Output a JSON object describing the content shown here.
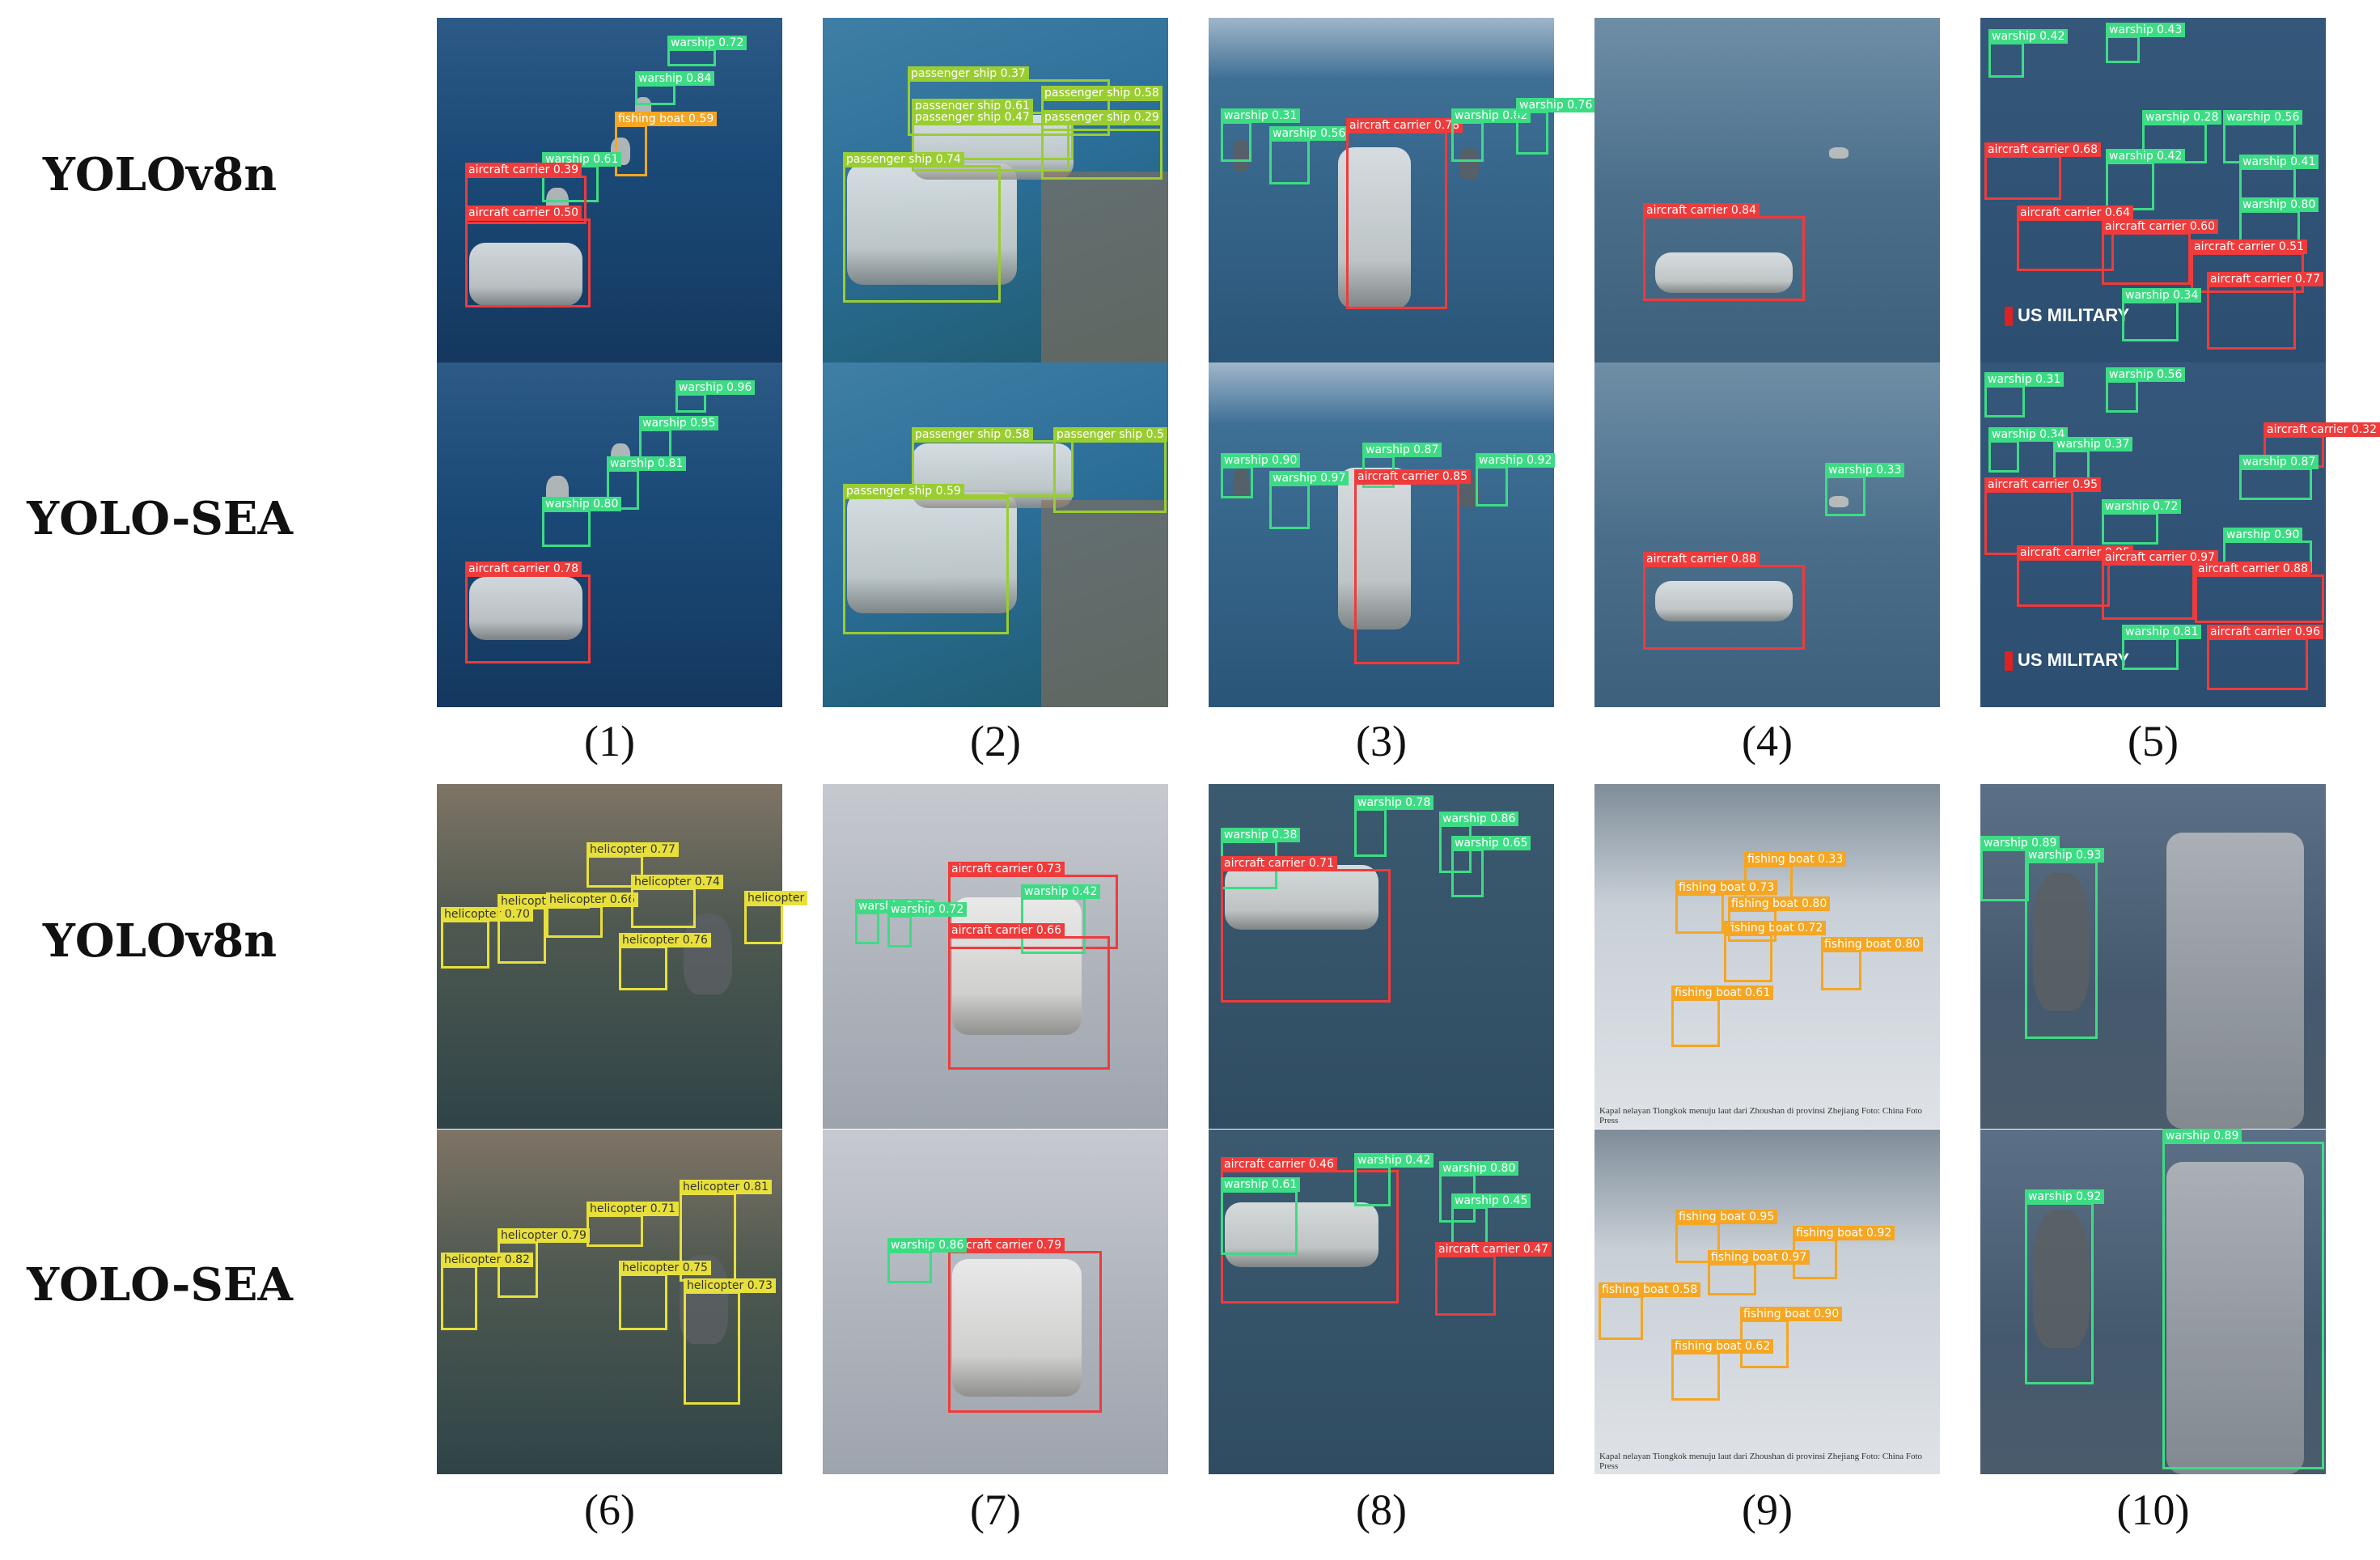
{
  "row_labels": [
    "YOLOv8n",
    "YOLO-SEA",
    "YOLOv8n",
    "YOLO-SEA"
  ],
  "captions": [
    "(1)",
    "(2)",
    "(3)",
    "(4)",
    "(5)",
    "(6)",
    "(7)",
    "(8)",
    "(9)",
    "(10)"
  ],
  "watermarks": {
    "us_military": "US MILITARY",
    "press": "Kapal nelayan Tiongkok menuju laut dari Zhoushan di provinsi Zhejiang Foto: China Foto Press"
  },
  "panels": [
    {
      "id": "p1-v8",
      "detections": [
        {
          "cls": "warship",
          "label": "warship 0.72"
        },
        {
          "cls": "warship",
          "label": "warship 0.84"
        },
        {
          "cls": "fishing",
          "label": "fishing boat 0.59"
        },
        {
          "cls": "warship",
          "label": "warship 0.61"
        },
        {
          "cls": "carrier",
          "label": "aircraft carrier 0.39"
        },
        {
          "cls": "carrier",
          "label": "aircraft carrier 0.50"
        }
      ]
    },
    {
      "id": "p1-sea",
      "detections": [
        {
          "cls": "warship",
          "label": "warship 0.96"
        },
        {
          "cls": "warship",
          "label": "warship 0.95"
        },
        {
          "cls": "warship",
          "label": "warship 0.81"
        },
        {
          "cls": "warship",
          "label": "warship 0.80"
        },
        {
          "cls": "carrier",
          "label": "aircraft carrier 0.78"
        }
      ]
    },
    {
      "id": "p2-v8",
      "detections": [
        {
          "cls": "passenger",
          "label": "passenger ship 0.37"
        },
        {
          "cls": "passenger",
          "label": "passenger ship 0.58"
        },
        {
          "cls": "passenger",
          "label": "passenger ship 0.61"
        },
        {
          "cls": "passenger",
          "label": "passenger ship 0.47"
        },
        {
          "cls": "passenger",
          "label": "passenger ship 0.29"
        },
        {
          "cls": "passenger",
          "label": "passenger ship 0.74"
        }
      ]
    },
    {
      "id": "p2-sea",
      "detections": [
        {
          "cls": "passenger",
          "label": "passenger ship 0.58"
        },
        {
          "cls": "passenger",
          "label": "passenger ship 0.5"
        },
        {
          "cls": "passenger",
          "label": "passenger ship 0.59"
        }
      ]
    },
    {
      "id": "p3-v8",
      "detections": [
        {
          "cls": "warship",
          "label": "warship 0.31"
        },
        {
          "cls": "warship",
          "label": "warship 0.56"
        },
        {
          "cls": "carrier",
          "label": "aircraft carrier 0.78"
        },
        {
          "cls": "warship",
          "label": "warship 0.82"
        },
        {
          "cls": "warship",
          "label": "warship 0.76"
        }
      ]
    },
    {
      "id": "p3-sea",
      "detections": [
        {
          "cls": "warship",
          "label": "warship 0.90"
        },
        {
          "cls": "warship",
          "label": "warship 0.97"
        },
        {
          "cls": "warship",
          "label": "warship 0.87"
        },
        {
          "cls": "carrier",
          "label": "aircraft carrier 0.85"
        },
        {
          "cls": "warship",
          "label": "warship 0.92"
        }
      ]
    },
    {
      "id": "p4-v8",
      "detections": [
        {
          "cls": "carrier",
          "label": "aircraft carrier 0.84"
        }
      ]
    },
    {
      "id": "p4-sea",
      "detections": [
        {
          "cls": "warship",
          "label": "warship 0.33"
        },
        {
          "cls": "carrier",
          "label": "aircraft carrier 0.88"
        }
      ]
    },
    {
      "id": "p5-v8",
      "detections": [
        {
          "cls": "warship",
          "label": "warship 0.42"
        },
        {
          "cls": "warship",
          "label": "warship 0.43"
        },
        {
          "cls": "warship",
          "label": "warship 0.28"
        },
        {
          "cls": "warship",
          "label": "warship 0.56"
        },
        {
          "cls": "carrier",
          "label": "aircraft carrier 0.68"
        },
        {
          "cls": "warship",
          "label": "warship 0.42"
        },
        {
          "cls": "warship",
          "label": "warship 0.41"
        },
        {
          "cls": "carrier",
          "label": "aircraft carrier 0.64"
        },
        {
          "cls": "warship",
          "label": "warship 0.80"
        },
        {
          "cls": "carrier",
          "label": "aircraft carrier 0.60"
        },
        {
          "cls": "carrier",
          "label": "aircraft carrier 0.51"
        },
        {
          "cls": "carrier",
          "label": "aircraft carrier 0.77"
        },
        {
          "cls": "warship",
          "label": "warship 0.34"
        }
      ]
    },
    {
      "id": "p5-sea",
      "detections": [
        {
          "cls": "warship",
          "label": "warship 0.31"
        },
        {
          "cls": "warship",
          "label": "warship 0.56"
        },
        {
          "cls": "warship",
          "label": "warship 0.34"
        },
        {
          "cls": "warship",
          "label": "warship 0.37"
        },
        {
          "cls": "carrier",
          "label": "aircraft carrier 0.32"
        },
        {
          "cls": "carrier",
          "label": "aircraft carrier 0.95"
        },
        {
          "cls": "warship",
          "label": "warship 0.87"
        },
        {
          "cls": "warship",
          "label": "warship 0.72"
        },
        {
          "cls": "warship",
          "label": "warship 0.90"
        },
        {
          "cls": "carrier",
          "label": "aircraft carrier 0.95"
        },
        {
          "cls": "carrier",
          "label": "aircraft carrier 0.97"
        },
        {
          "cls": "carrier",
          "label": "aircraft carrier 0.88"
        },
        {
          "cls": "warship",
          "label": "warship 0.81"
        },
        {
          "cls": "carrier",
          "label": "aircraft carrier 0.96"
        }
      ]
    },
    {
      "id": "p6-v8",
      "detections": [
        {
          "cls": "heli",
          "label": "helicopter 0.77"
        },
        {
          "cls": "heli",
          "label": "helicopter 0.70"
        },
        {
          "cls": "heli",
          "label": "helicopter 0.71"
        },
        {
          "cls": "heli",
          "label": "helicopter 0.66"
        },
        {
          "cls": "heli",
          "label": "helicopter 0.74"
        },
        {
          "cls": "heli",
          "label": "helicopter 0.76"
        },
        {
          "cls": "heli",
          "label": "helicopter"
        }
      ]
    },
    {
      "id": "p6-sea",
      "detections": [
        {
          "cls": "heli",
          "label": "helicopter 0.81"
        },
        {
          "cls": "heli",
          "label": "helicopter 0.71"
        },
        {
          "cls": "heli",
          "label": "helicopter 0.79"
        },
        {
          "cls": "heli",
          "label": "helicopter 0.82"
        },
        {
          "cls": "heli",
          "label": "helicopter 0.75"
        },
        {
          "cls": "heli",
          "label": "helicopter 0.73"
        }
      ]
    },
    {
      "id": "p7-v8",
      "detections": [
        {
          "cls": "carrier",
          "label": "aircraft carrier 0.73"
        },
        {
          "cls": "warship",
          "label": "warship 0.52"
        },
        {
          "cls": "warship",
          "label": "warship 0.72"
        },
        {
          "cls": "warship",
          "label": "warship 0.42"
        },
        {
          "cls": "carrier",
          "label": "aircraft carrier 0.66"
        }
      ]
    },
    {
      "id": "p7-sea",
      "detections": [
        {
          "cls": "carrier",
          "label": "aircraft carrier 0.79"
        },
        {
          "cls": "warship",
          "label": "warship 0.86"
        }
      ]
    },
    {
      "id": "p8-v8",
      "detections": [
        {
          "cls": "warship",
          "label": "warship 0.38"
        },
        {
          "cls": "warship",
          "label": "warship 0.78"
        },
        {
          "cls": "warship",
          "label": "warship 0.86"
        },
        {
          "cls": "carrier",
          "label": "aircraft carrier 0.71"
        },
        {
          "cls": "warship",
          "label": "warship 0.65"
        }
      ]
    },
    {
      "id": "p8-sea",
      "detections": [
        {
          "cls": "carrier",
          "label": "aircraft carrier 0.46"
        },
        {
          "cls": "warship",
          "label": "warship 0.42"
        },
        {
          "cls": "warship",
          "label": "warship 0.80"
        },
        {
          "cls": "warship",
          "label": "warship 0.61"
        },
        {
          "cls": "warship",
          "label": "warship 0.45"
        },
        {
          "cls": "carrier",
          "label": "aircraft carrier 0.47"
        }
      ]
    },
    {
      "id": "p9-v8",
      "detections": [
        {
          "cls": "fishing",
          "label": "fishing boat 0.72"
        },
        {
          "cls": "fishing",
          "label": "fishing boat 0.33"
        },
        {
          "cls": "fishing",
          "label": "fishing boat 0.73"
        },
        {
          "cls": "fishing",
          "label": "fishing boat 0.80"
        },
        {
          "cls": "fishing",
          "label": "fishing boat 0.80"
        },
        {
          "cls": "fishing",
          "label": "fishing boat 0.61"
        }
      ]
    },
    {
      "id": "p9-sea",
      "detections": [
        {
          "cls": "fishing",
          "label": "fishing boat 0.92"
        },
        {
          "cls": "fishing",
          "label": "fishing boat 0.95"
        },
        {
          "cls": "fishing",
          "label": "fishing boat 0.97"
        },
        {
          "cls": "fishing",
          "label": "fishing boat 0.58"
        },
        {
          "cls": "fishing",
          "label": "fishing boat 0.90"
        },
        {
          "cls": "fishing",
          "label": "fishing boat 0.62"
        }
      ]
    },
    {
      "id": "p10-v8",
      "detections": [
        {
          "cls": "warship",
          "label": "warship 0.89"
        },
        {
          "cls": "warship",
          "label": "warship 0.93"
        }
      ]
    },
    {
      "id": "p10-sea",
      "detections": [
        {
          "cls": "warship",
          "label": "warship 0.92"
        },
        {
          "cls": "warship",
          "label": "warship 0.89"
        }
      ]
    }
  ]
}
